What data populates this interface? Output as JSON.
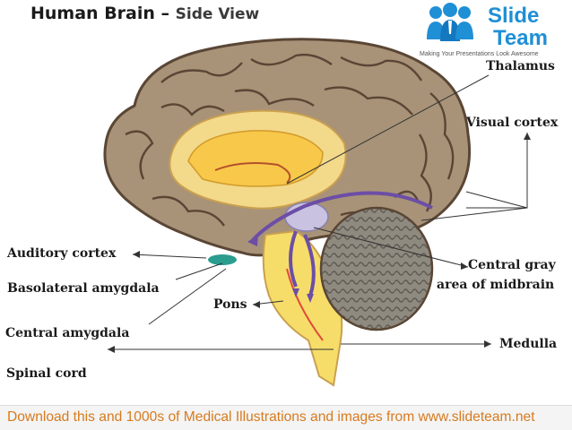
{
  "title": {
    "main": "Human Brain –",
    "sub": "Side View"
  },
  "logo": {
    "line1": "Slide",
    "line2": "Team",
    "tagline": "Making Your Presentations Look Awesome"
  },
  "labels": {
    "thalamus": "Thalamus",
    "visual_cortex": "Visual cortex",
    "auditory_cortex": "Auditory cortex",
    "basolateral_amygdala": "Basolateral amygdala",
    "central_amygdala": "Central amygdala",
    "spinal_cord": "Spinal cord",
    "pons": "Pons",
    "central_gray_line1": "Central gray",
    "central_gray_line2": "area of midbrain",
    "medulla": "Medulla"
  },
  "footer": "Download this and 1000s of Medical Illustrations and images from www.slideteam.net",
  "colors": {
    "cortex": "#a89378",
    "cortex_dark": "#5a4635",
    "inner": "#f3d98a",
    "arrow": "#6c4ea6",
    "accent": "#d77a1e",
    "logo_blue": "#1f8fd6"
  }
}
